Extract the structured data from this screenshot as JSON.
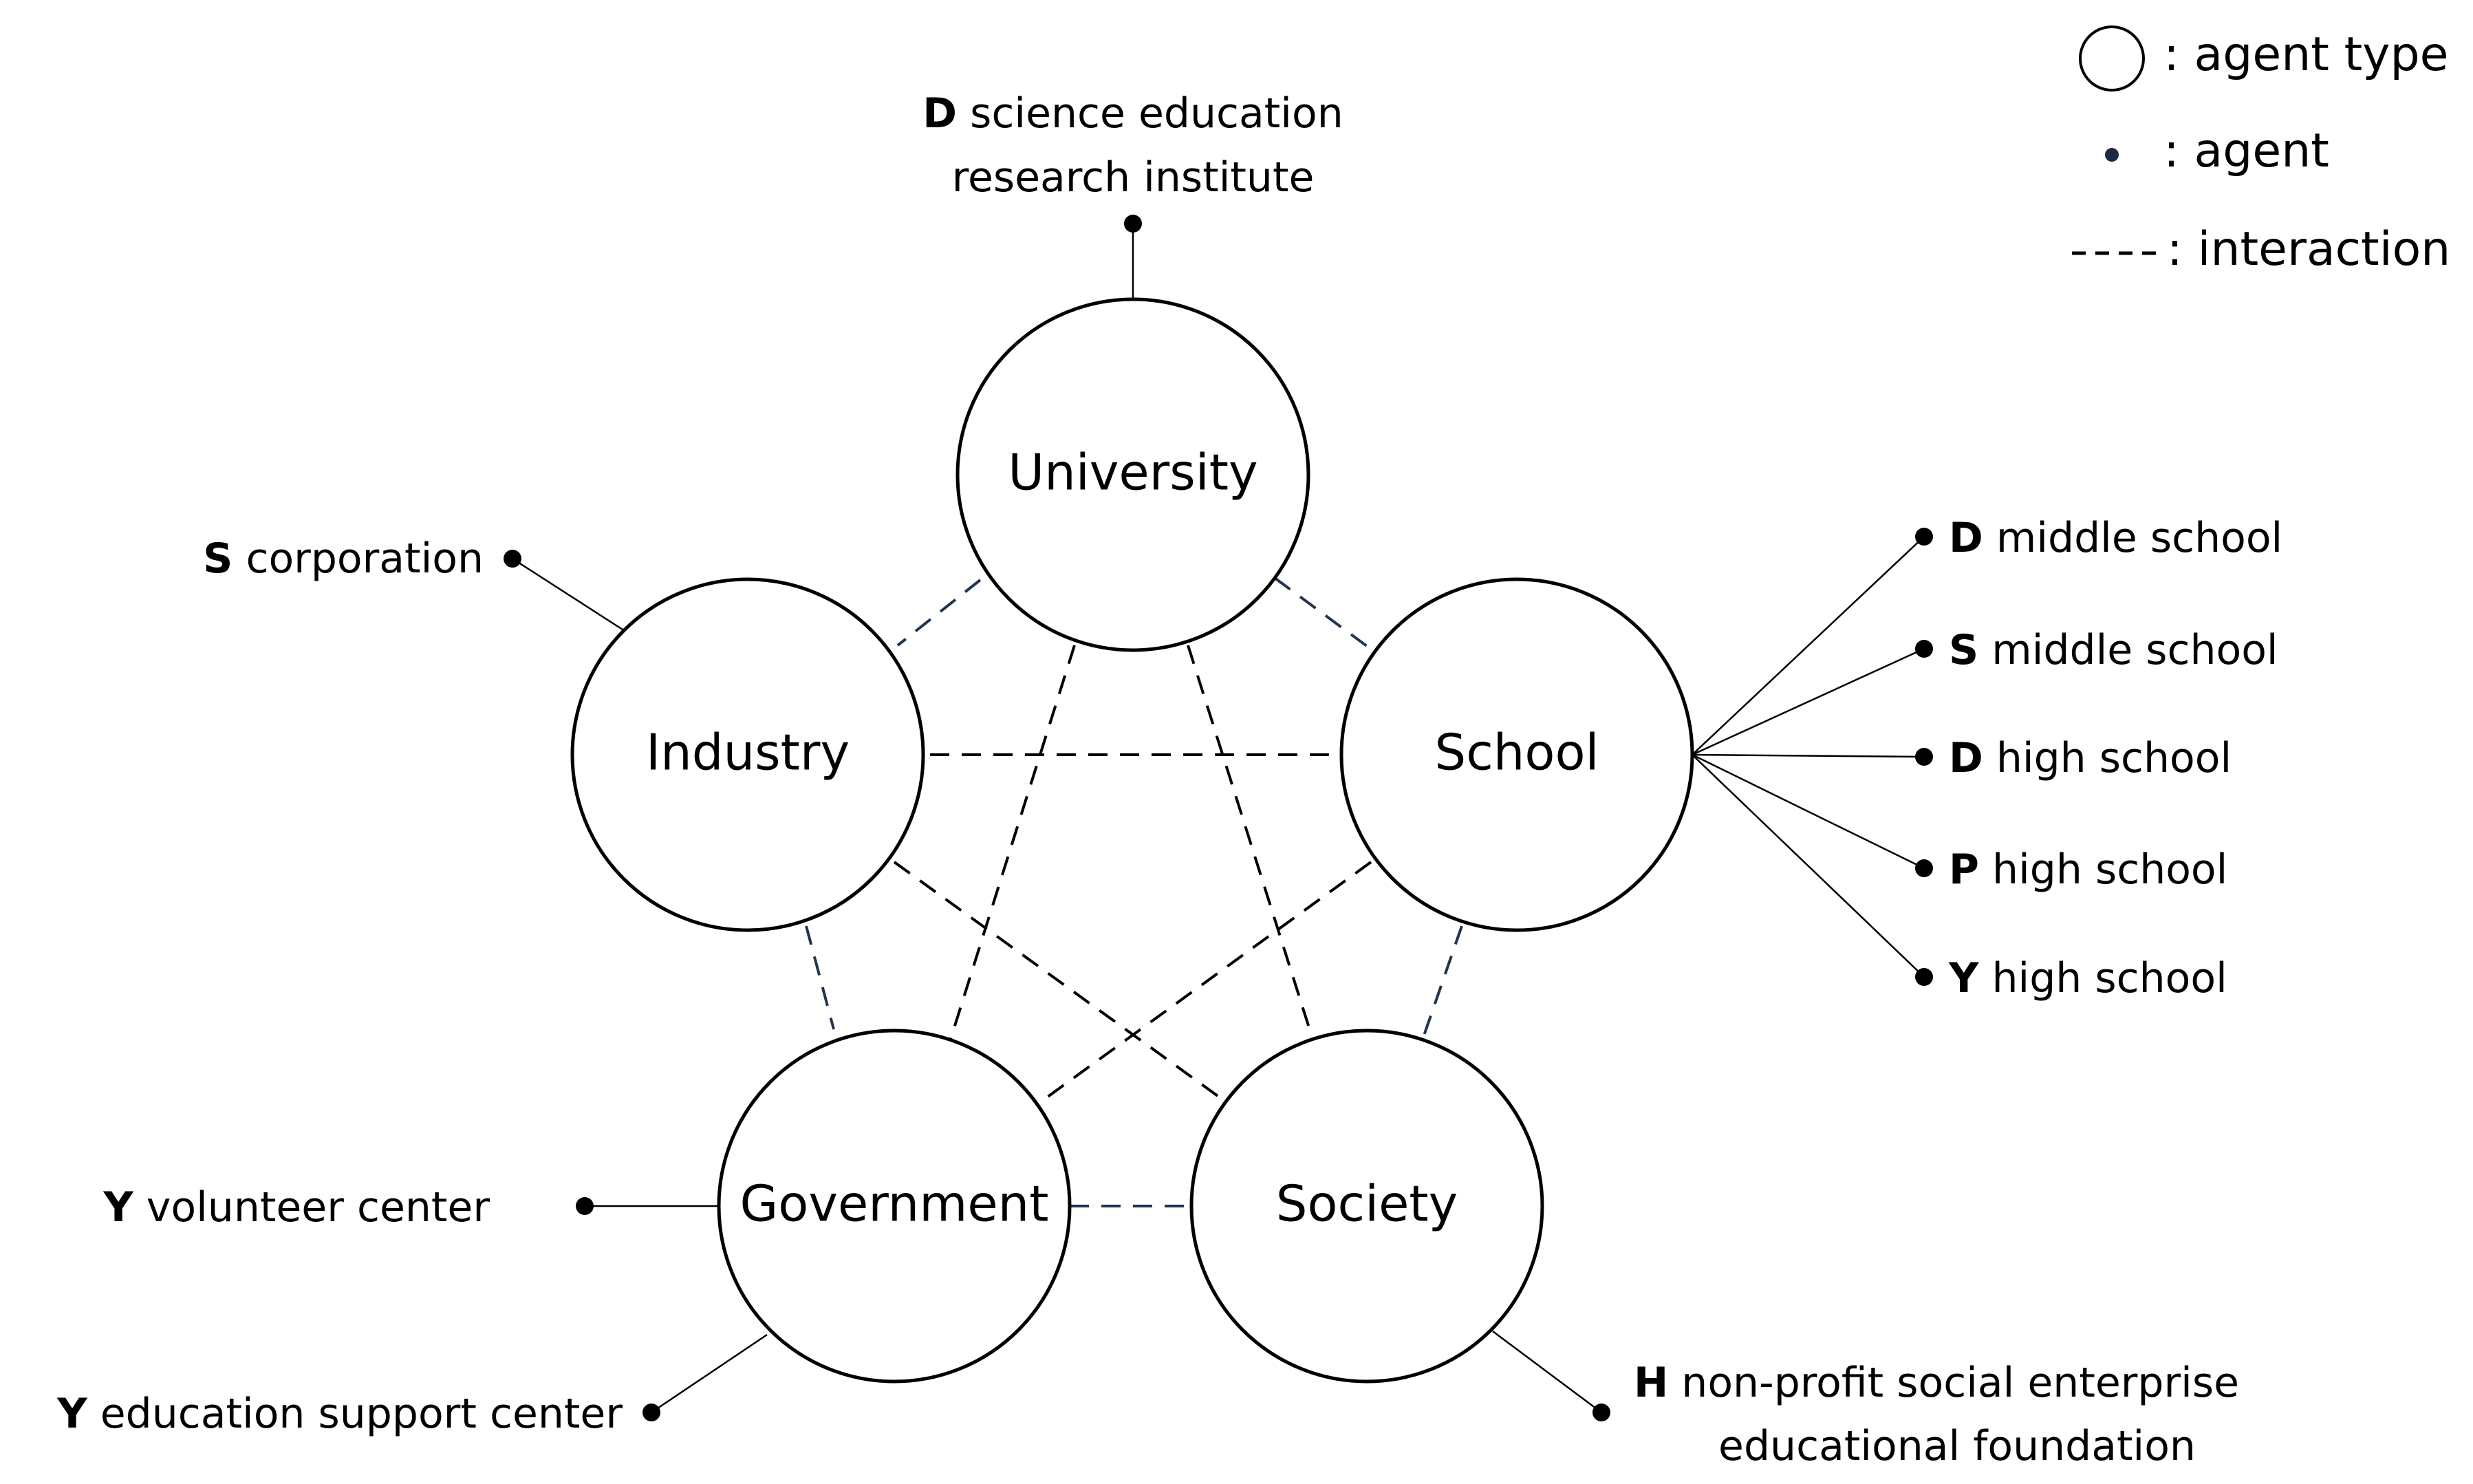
{
  "colors": {
    "dash_black": "#000000",
    "dash_blue": "#1f3550",
    "legend_dot": "#1c2a44"
  },
  "legend": {
    "agent_type": ": agent type",
    "agent": ": agent",
    "interaction": ": interaction"
  },
  "nodes": {
    "university": "University",
    "industry": "Industry",
    "school": "School",
    "government": "Government",
    "society": "Society"
  },
  "agents": {
    "university": [
      {
        "code": "D",
        "line1": " science education",
        "line2": "research institute"
      }
    ],
    "industry": [
      {
        "code": "S",
        "name": " corporation"
      }
    ],
    "school": [
      {
        "code": "D",
        "name": " middle school"
      },
      {
        "code": "S",
        "name": " middle school"
      },
      {
        "code": "D",
        "name": " high school"
      },
      {
        "code": "P",
        "name": " high school"
      },
      {
        "code": "Y",
        "name": " high school"
      }
    ],
    "government": [
      {
        "code": "Y",
        "name": " volunteer center"
      },
      {
        "code": "Y",
        "name": " education support center"
      }
    ],
    "society": [
      {
        "code": "H",
        "line1": " non-profit social enterprise",
        "line2": "educational foundation"
      }
    ]
  }
}
